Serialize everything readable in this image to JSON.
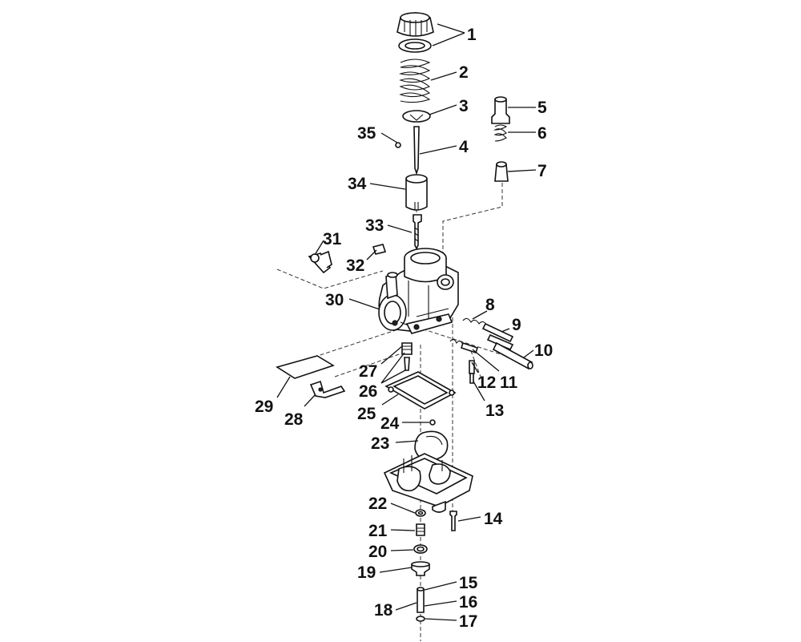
{
  "diagram": {
    "callouts": [
      {
        "id": "1",
        "label": "1"
      },
      {
        "id": "2",
        "label": "2"
      },
      {
        "id": "3",
        "label": "3"
      },
      {
        "id": "4",
        "label": "4"
      },
      {
        "id": "5",
        "label": "5"
      },
      {
        "id": "6",
        "label": "6"
      },
      {
        "id": "7",
        "label": "7"
      },
      {
        "id": "8",
        "label": "8"
      },
      {
        "id": "9",
        "label": "9"
      },
      {
        "id": "10",
        "label": "10"
      },
      {
        "id": "11",
        "label": "11"
      },
      {
        "id": "12",
        "label": "12"
      },
      {
        "id": "13",
        "label": "13"
      },
      {
        "id": "14",
        "label": "14"
      },
      {
        "id": "15",
        "label": "15"
      },
      {
        "id": "16",
        "label": "16"
      },
      {
        "id": "17",
        "label": "17"
      },
      {
        "id": "18",
        "label": "18"
      },
      {
        "id": "19",
        "label": "19"
      },
      {
        "id": "20",
        "label": "20"
      },
      {
        "id": "21",
        "label": "21"
      },
      {
        "id": "22",
        "label": "22"
      },
      {
        "id": "23",
        "label": "23"
      },
      {
        "id": "24",
        "label": "24"
      },
      {
        "id": "25",
        "label": "25"
      },
      {
        "id": "26",
        "label": "26"
      },
      {
        "id": "27",
        "label": "27"
      },
      {
        "id": "28",
        "label": "28"
      },
      {
        "id": "29",
        "label": "29"
      },
      {
        "id": "30",
        "label": "30"
      },
      {
        "id": "31",
        "label": "31"
      },
      {
        "id": "32",
        "label": "32"
      },
      {
        "id": "33",
        "label": "33"
      },
      {
        "id": "34",
        "label": "34"
      },
      {
        "id": "35",
        "label": "35"
      }
    ]
  }
}
